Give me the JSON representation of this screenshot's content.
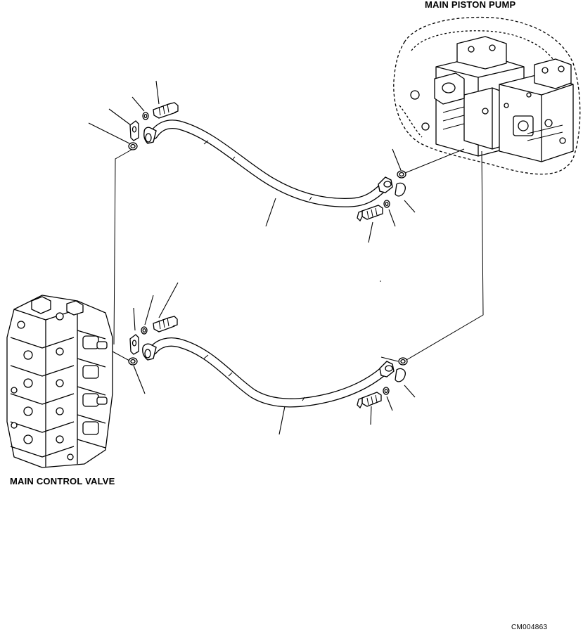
{
  "labels": {
    "pump": "MAIN PISTON PUMP",
    "valve": "MAIN CONTROL VALVE",
    "drawing_code": "CM004863"
  },
  "colors": {
    "ink": "#000000",
    "paper": "#ffffff"
  }
}
